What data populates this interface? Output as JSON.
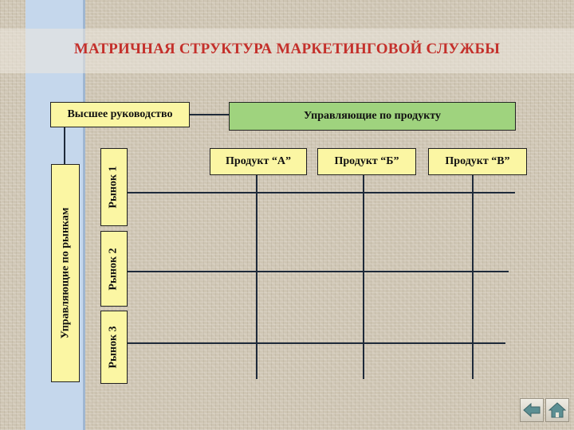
{
  "slide": {
    "title": "МАТРИЧНАЯ СТРУКТУРА МАРКЕТИНГОВОЙ СЛУЖБЫ"
  },
  "diagram": {
    "top_management": "Высшее руководство",
    "product_managers": "Управляющие по продукту",
    "products": [
      "Продукт “А”",
      "Продукт “Б”",
      "Продукт “В”"
    ],
    "market_managers": "Управляющие по рынкам",
    "markets": [
      "Рынок 1",
      "Рынок 2",
      "Рынок 3"
    ]
  },
  "colors": {
    "title": "#c4302b",
    "yellow_box": "#fbf6a3",
    "green_box": "#9fd37e",
    "side_stripe": "#c5d7ec"
  },
  "nav": {
    "prev_icon": "back-arrow-icon",
    "home_icon": "home-icon"
  }
}
